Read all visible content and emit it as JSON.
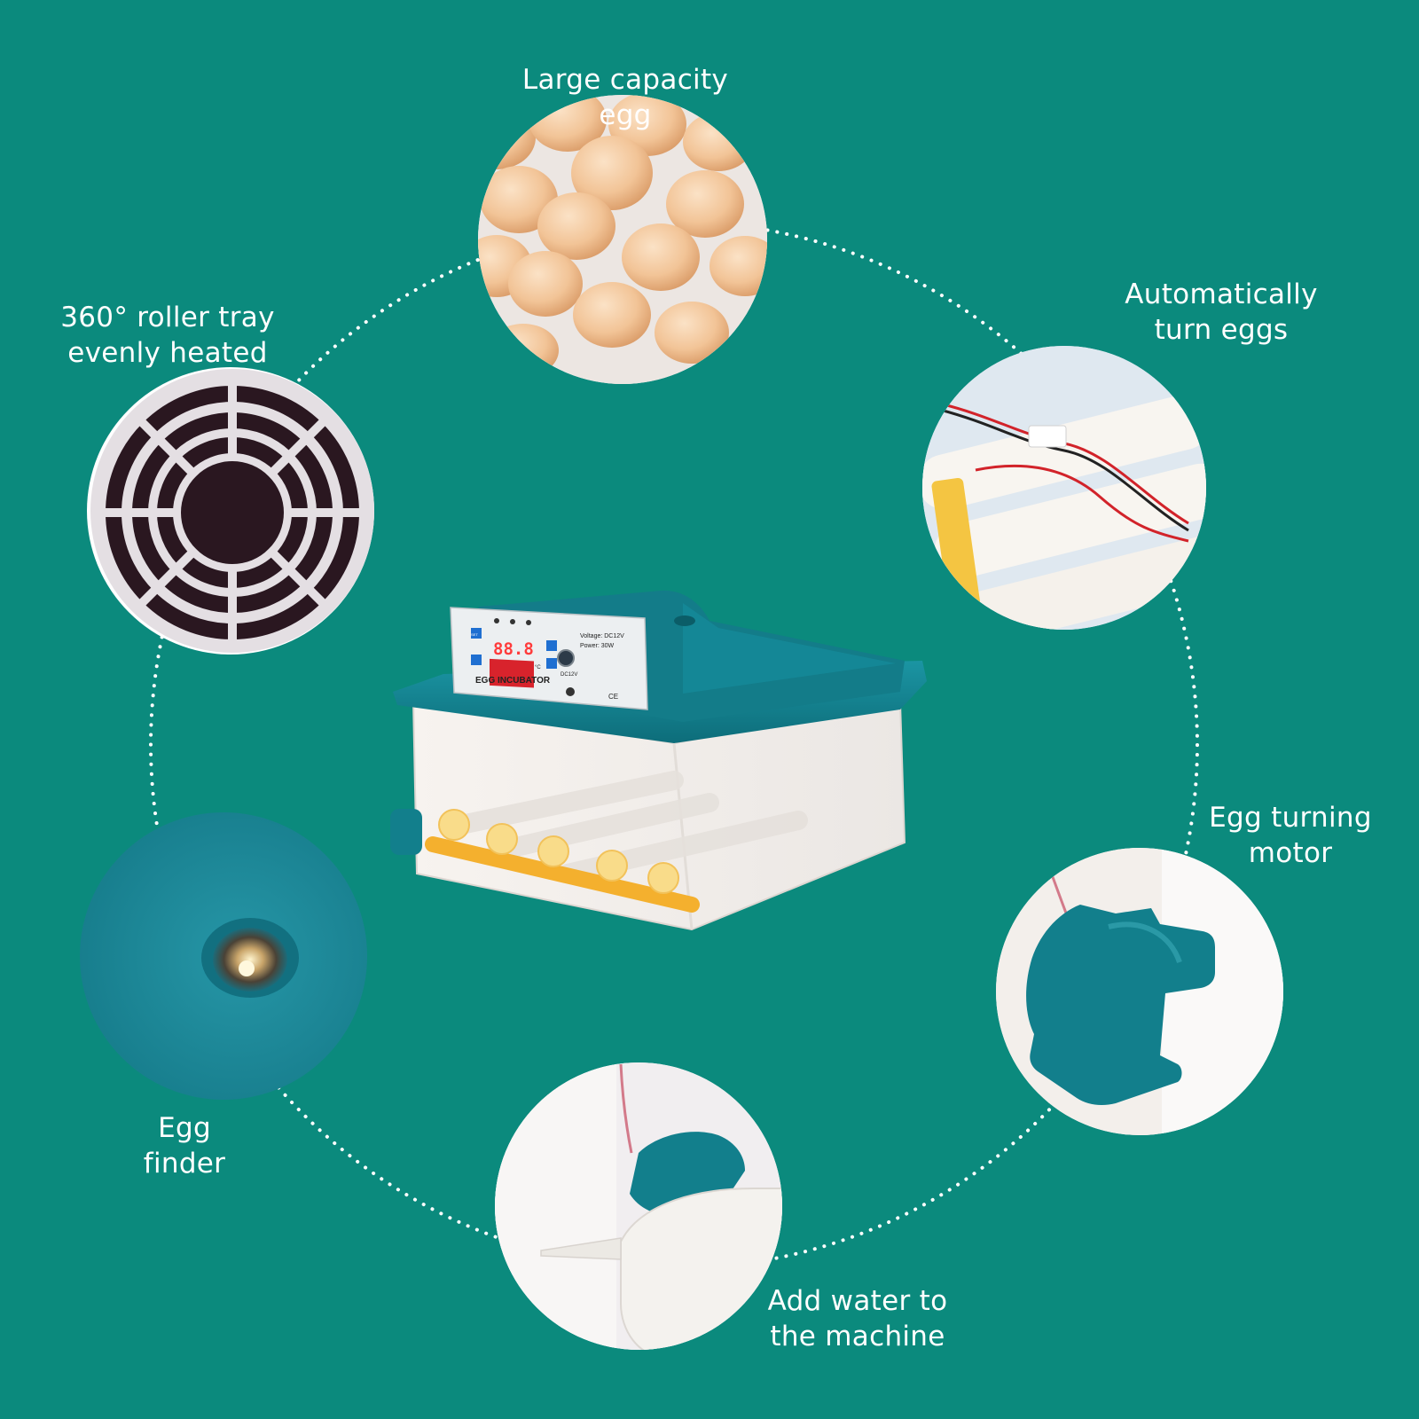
{
  "colors": {
    "background": "#0b8a7d",
    "lid_teal": "#127f8c",
    "tray_yellow": "#f4b02e",
    "panel_red": "#e41e2a"
  },
  "features": {
    "capacity": {
      "line1": "Large capacity",
      "line2": "egg"
    },
    "auto_turn": {
      "line1": "Automatically",
      "line2": "turn eggs"
    },
    "roller": {
      "line1": "360° roller tray",
      "line2": "evenly heated"
    },
    "motor": {
      "line1": "Egg turning",
      "line2": "motor"
    },
    "finder": {
      "line1": "Egg",
      "line2": "finder"
    },
    "water": {
      "line1": "Add water to",
      "line2": "the machine"
    }
  },
  "control_panel": {
    "voltage": "Voltage: DC12V",
    "power": "Power: 30W",
    "display": "88.8",
    "unit": "°C",
    "jack": "DC12V",
    "brand": "EGG INCUBATOR",
    "set_label": "SET",
    "certs": "CE"
  }
}
